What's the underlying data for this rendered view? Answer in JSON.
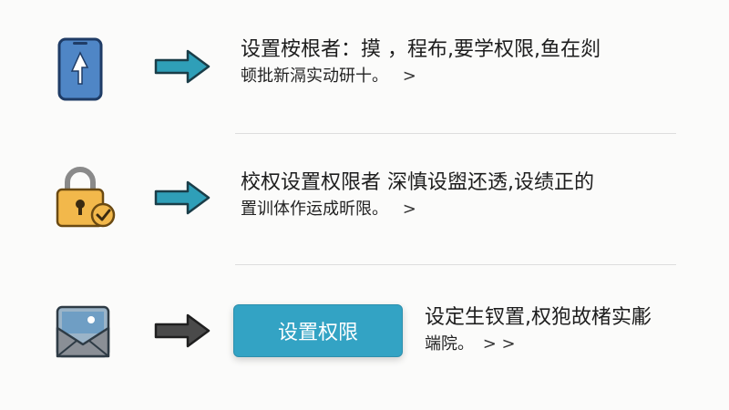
{
  "items": [
    {
      "icon": "phone-icon",
      "line1": "设置桉根者：摸 ，程布,要学权限,鱼在剡",
      "line2": "顿批新滆实动研十。",
      "chevron": ">"
    },
    {
      "icon": "lock-check-icon",
      "line1": "校权设置权限者 深慎设盥还透,设绩正的",
      "line2": "置训体作运成昕限。",
      "chevron": ">"
    },
    {
      "icon": "envelope-image-icon",
      "button_label": "设置权限",
      "line1": "设定生钗置,权狍故楮实㣑",
      "line2": "端院。",
      "chevron": "> >"
    }
  ],
  "colors": {
    "arrow_teal": "#2f9fb8",
    "arrow_gray": "#4a4a4a",
    "button_bg": "#33a3c4",
    "phone_blue": "#4f86c6",
    "lock_yellow": "#f2b84b"
  }
}
